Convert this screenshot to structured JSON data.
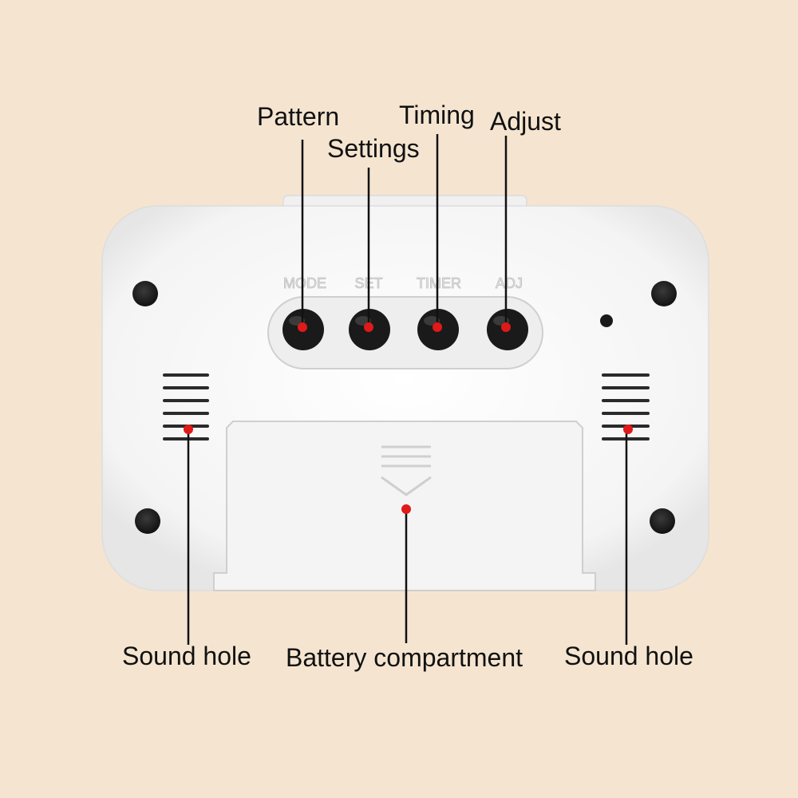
{
  "colors": {
    "background": "#f5e5d0",
    "device_body": "#f7f7f7",
    "button": "#1a1a1a",
    "marker": "#e01919",
    "leader_line": "#111111"
  },
  "panel_text": {
    "mode": "MODE",
    "set": "SET",
    "timer": "TIMER",
    "adj": "ADJ"
  },
  "callouts": {
    "pattern": "Pattern",
    "settings": "Settings",
    "timing": "Timing",
    "adjust": "Adjust",
    "sound_hole_left": "Sound hole",
    "battery_compartment": "Battery compartment",
    "sound_hole_right": "Sound hole"
  }
}
